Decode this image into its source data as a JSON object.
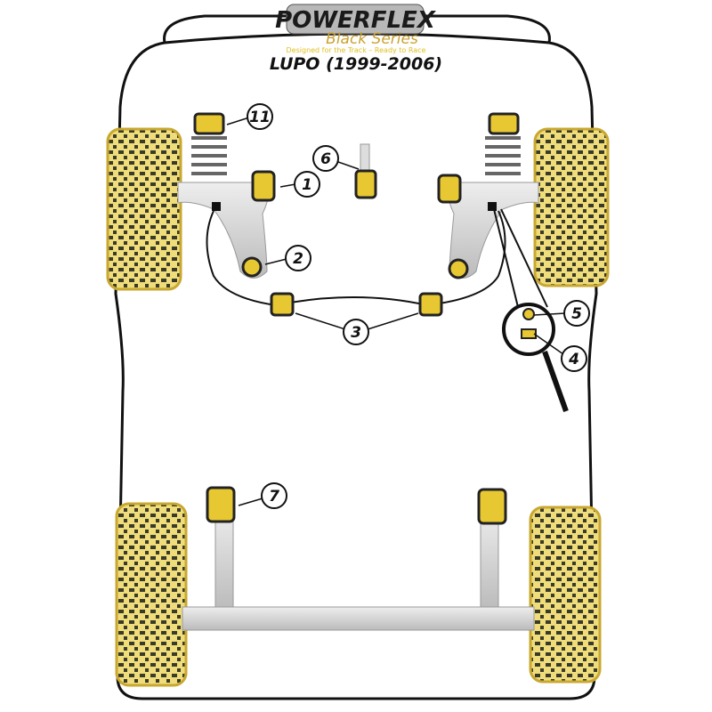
{
  "logo": {
    "brand": "POWERFLEX",
    "series": "Black Series",
    "tagline": "Designed for the Track – Ready to Race"
  },
  "title": "LUPO (1999-2006)",
  "callouts": [
    {
      "id": "11",
      "label": "11"
    },
    {
      "id": "6",
      "label": "6"
    },
    {
      "id": "1",
      "label": "1"
    },
    {
      "id": "2",
      "label": "2"
    },
    {
      "id": "3",
      "label": "3"
    },
    {
      "id": "5",
      "label": "5"
    },
    {
      "id": "4",
      "label": "4"
    },
    {
      "id": "7",
      "label": "7"
    }
  ],
  "colors": {
    "bush_yellow": "#e8c832",
    "bush_black": "#1a1a1a",
    "tyre_yellow": "#e9d070",
    "arm_grey": "#d8d8d8"
  }
}
